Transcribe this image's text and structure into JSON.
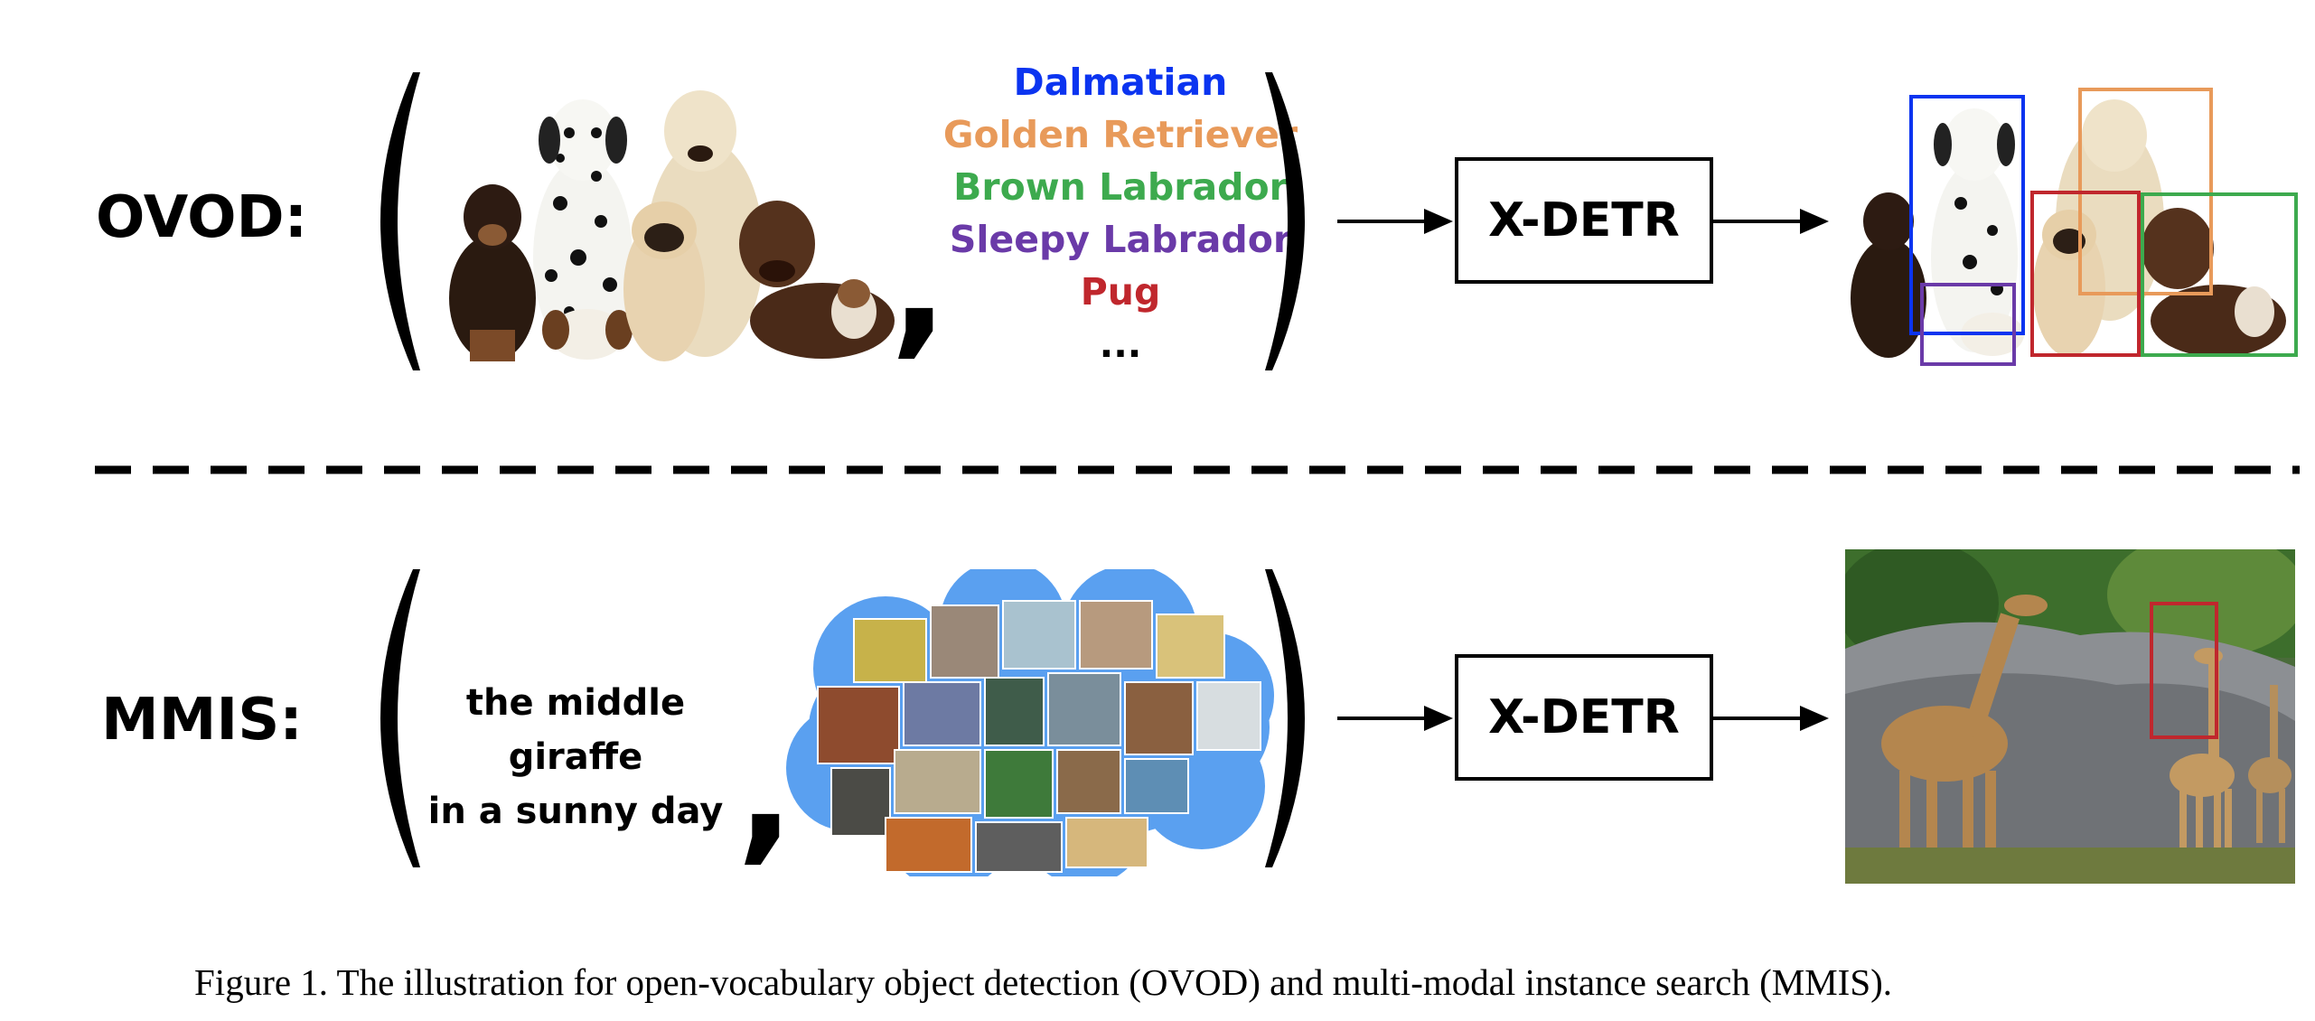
{
  "ovod": {
    "label": "OVOD:",
    "vocabulary": [
      {
        "text": "Dalmatian",
        "color": "#0b34f0"
      },
      {
        "text": "Golden Retriever",
        "color": "#e89a5a"
      },
      {
        "text": "Brown Labrador",
        "color": "#3daa4e"
      },
      {
        "text": "Sleepy Labrador",
        "color": "#6a3aa8"
      },
      {
        "text": "Pug",
        "color": "#c0272d"
      },
      {
        "text": "...",
        "color": "#000000"
      }
    ],
    "model": "X-DETR"
  },
  "mmis": {
    "label": "MMIS:",
    "query_line1": "the middle giraffe",
    "query_line2": "in a sunny day",
    "model": "X-DETR",
    "cloud_color": "#5aa0f0"
  },
  "caption": "Figure 1. The illustration for open-vocabulary object detection (OVOD) and multi-modal instance search (MMIS)."
}
